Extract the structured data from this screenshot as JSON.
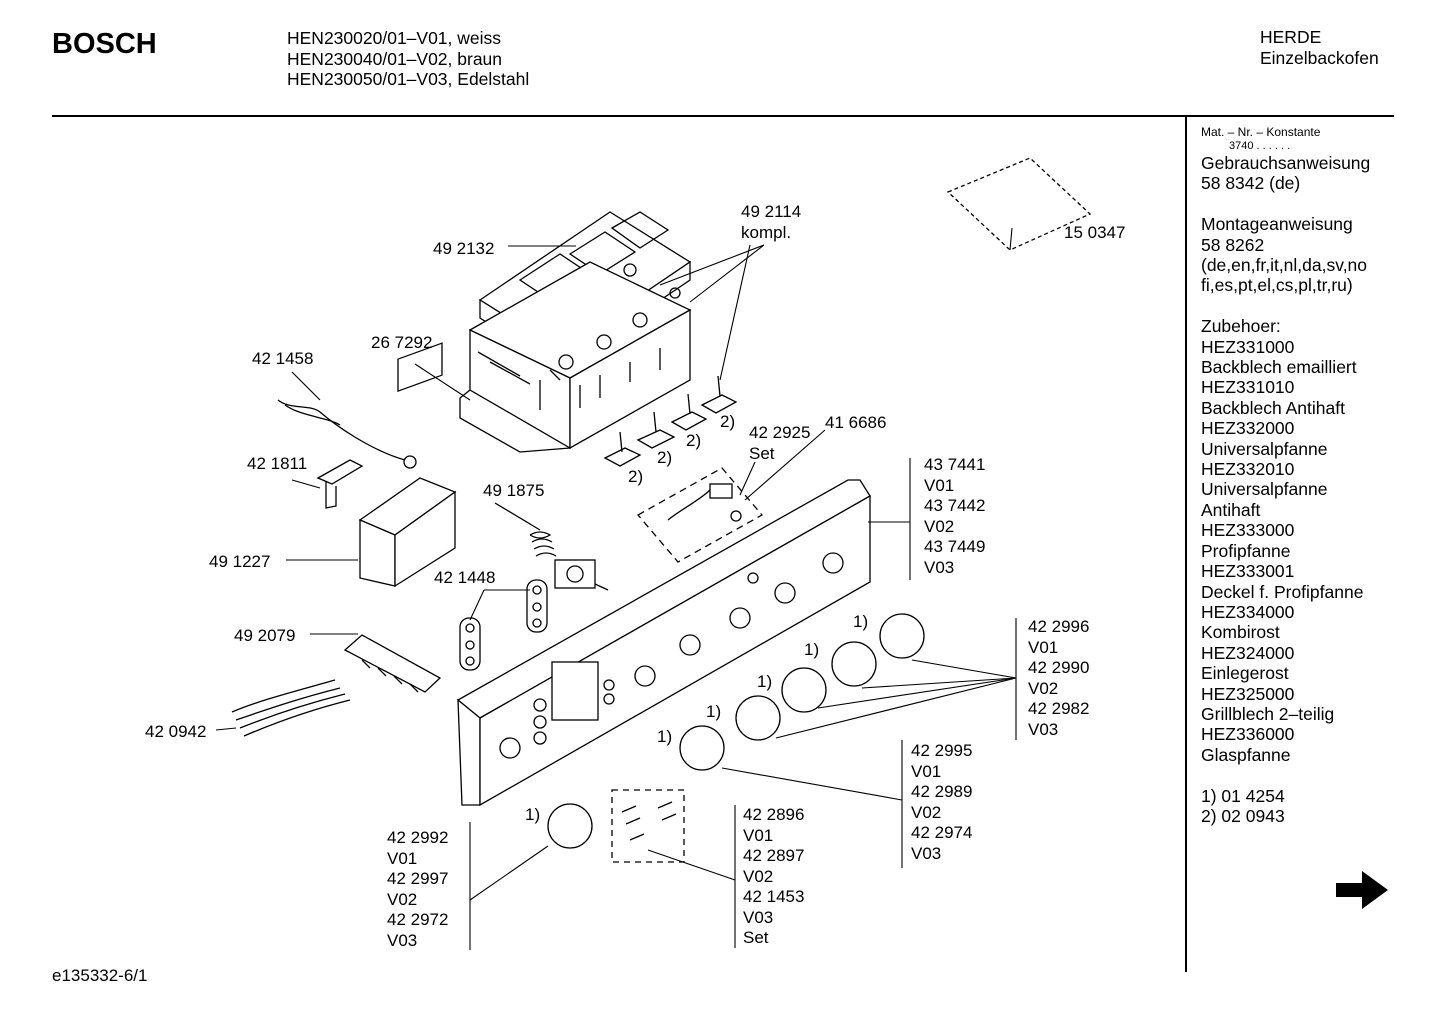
{
  "header": {
    "brand": "BOSCH",
    "models": [
      "HEN230020/01–V01, weiss",
      "HEN230040/01–V02, braun",
      "HEN230050/01–V03, Edelstahl"
    ],
    "category": [
      "HERDE",
      "Einzelbackofen"
    ]
  },
  "sidebar": {
    "mat_header": "Mat. – Nr. – Konstante",
    "mat_value": "3740  .  .  .  .  .  .",
    "blocks": [
      [
        "Gebrauchsanweisung",
        "58 8342 (de)"
      ],
      [
        "Montageanweisung",
        "58 8262",
        "(de,en,fr,it,nl,da,sv,no",
        "fi,es,pt,el,cs,pl,tr,ru)"
      ],
      [
        "Zubehoer:",
        "HEZ331000",
        "Backblech emailliert",
        "HEZ331010",
        "Backblech Antihaft",
        "HEZ332000",
        "Universalpfanne",
        "HEZ332010",
        "Universalpfanne",
        "Antihaft",
        "HEZ333000",
        "Profipfanne",
        "HEZ333001",
        "Deckel f. Profipfanne",
        "HEZ334000",
        "Kombirost",
        "HEZ324000",
        "Einlegerost",
        "HEZ325000",
        "Grillblech 2–teilig",
        "HEZ336000",
        "Glaspfanne"
      ],
      [
        "1) 01 4254",
        "2) 02 0943"
      ]
    ],
    "next_icon": "arrow-right-icon"
  },
  "footer": {
    "code": "e135332-6/1"
  },
  "parts": {
    "p150347": "15 0347",
    "p492114": [
      "49 2114",
      "kompl."
    ],
    "p492132": "49 2132",
    "p267292": "26 7292",
    "p421458": "42 1458",
    "p421811": "42 1811",
    "p491227": "49 1227",
    "p491875": "49 1875",
    "p421448": "42 1448",
    "p492079": "49 2079",
    "p420942": "42 0942",
    "p422925": [
      "42 2925",
      "Set"
    ],
    "p416686": "41 6686",
    "panel": [
      "43 7441",
      "V01",
      "43 7442",
      "V02",
      "43 7449",
      "V03"
    ],
    "knobs_right": [
      "42 2996",
      "V01",
      "42 2990",
      "V02",
      "42 2982",
      "V03"
    ],
    "knobs_mid": [
      "42 2995",
      "V01",
      "42 2989",
      "V02",
      "42 2974",
      "V03"
    ],
    "screws": [
      "42 2896",
      "V01",
      "42 2897",
      "V02",
      "42 1453",
      "V03",
      "Set"
    ],
    "knob_left": [
      "42 2992",
      "V01",
      "42 2997",
      "V02",
      "42 2972",
      "V03"
    ],
    "note1": "1)",
    "note2": "2)"
  }
}
